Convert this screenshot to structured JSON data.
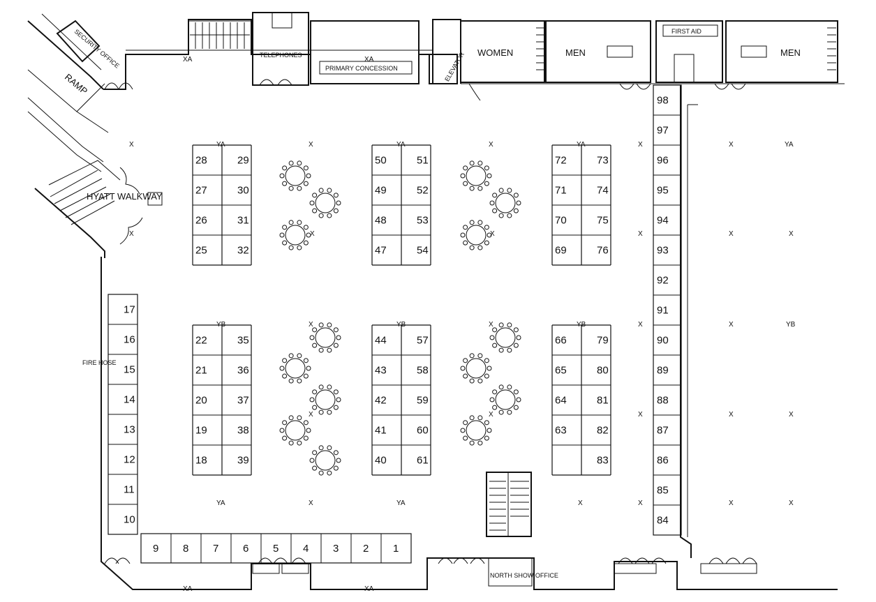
{
  "rooms": {
    "security_office": "SECURITY OFFICE",
    "ramp": "RAMP",
    "telephones": "TELEPHONES",
    "primary_concession": "PRIMARY CONCESSION",
    "elevator": "ELEVATOR",
    "women": "WOMEN",
    "men_1": "MEN",
    "first_aid": "FIRST AID",
    "men_2": "MEN",
    "hyatt_walkway": "HYATT WALKWAY",
    "fire_hose": "FIRE HOSE",
    "north_show_office": "NORTH SHOW OFFICE"
  },
  "markers": {
    "xa": "XA",
    "ya": "YA",
    "yb": "YB",
    "x": "X"
  },
  "booths": {
    "left_wall": [
      "17",
      "16",
      "15",
      "14",
      "13",
      "12",
      "11",
      "10"
    ],
    "bottom_wall": [
      "9",
      "8",
      "7",
      "6",
      "5",
      "4",
      "3",
      "2",
      "1"
    ],
    "right_wall": [
      "98",
      "97",
      "96",
      "95",
      "94",
      "93",
      "92",
      "91",
      "90",
      "89",
      "88",
      "87",
      "86",
      "85",
      "84"
    ],
    "block_a": {
      "left": [
        "28",
        "27",
        "26",
        "25"
      ],
      "right": [
        "29",
        "30",
        "31",
        "32"
      ]
    },
    "block_b": {
      "left": [
        "50",
        "49",
        "48",
        "47"
      ],
      "right": [
        "51",
        "52",
        "53",
        "54"
      ]
    },
    "block_c": {
      "left": [
        "72",
        "71",
        "70",
        "69"
      ],
      "right": [
        "73",
        "74",
        "75",
        "76"
      ]
    },
    "block_d": {
      "left": [
        "22",
        "21",
        "20",
        "19",
        "18"
      ],
      "right": [
        "35",
        "36",
        "37",
        "38",
        "39"
      ]
    },
    "block_e": {
      "left": [
        "44",
        "43",
        "42",
        "41",
        "40"
      ],
      "right": [
        "57",
        "58",
        "59",
        "60",
        "61"
      ]
    },
    "block_f": {
      "left": [
        "66",
        "65",
        "64",
        "63"
      ],
      "right": [
        "79",
        "80",
        "81",
        "82",
        "83"
      ]
    }
  }
}
